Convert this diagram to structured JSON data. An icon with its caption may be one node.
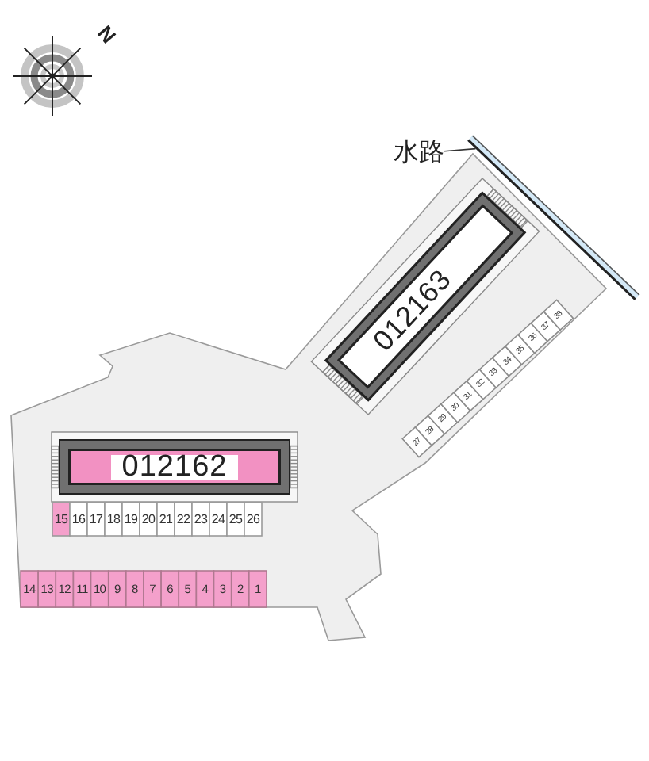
{
  "diagram": {
    "nodes": [
      {
        "text": [
          "水路"
        ]
      },
      {
        "text": [],
        "shape": "bar"
      },
      {
        "text": [
          "012163"
        ]
      },
      {
        "text": [
          "012162"
        ]
      }
    ],
    "edges": [
      {
        "from": 0,
        "to": 1,
        "arrow": "none"
      }
    ],
    "labels": [
      "N",
      "27",
      "28",
      "29",
      "30",
      "31",
      "32",
      "33",
      "34",
      "35",
      "36",
      "37",
      "38",
      "15",
      "16",
      "17",
      "18",
      "19",
      "20",
      "21",
      "22",
      "23",
      "24",
      "25",
      "26",
      "14",
      "13",
      "12",
      "11",
      "10",
      "9",
      "8",
      "7",
      "6",
      "5",
      "4",
      "3",
      "2",
      "1"
    ]
  }
}
